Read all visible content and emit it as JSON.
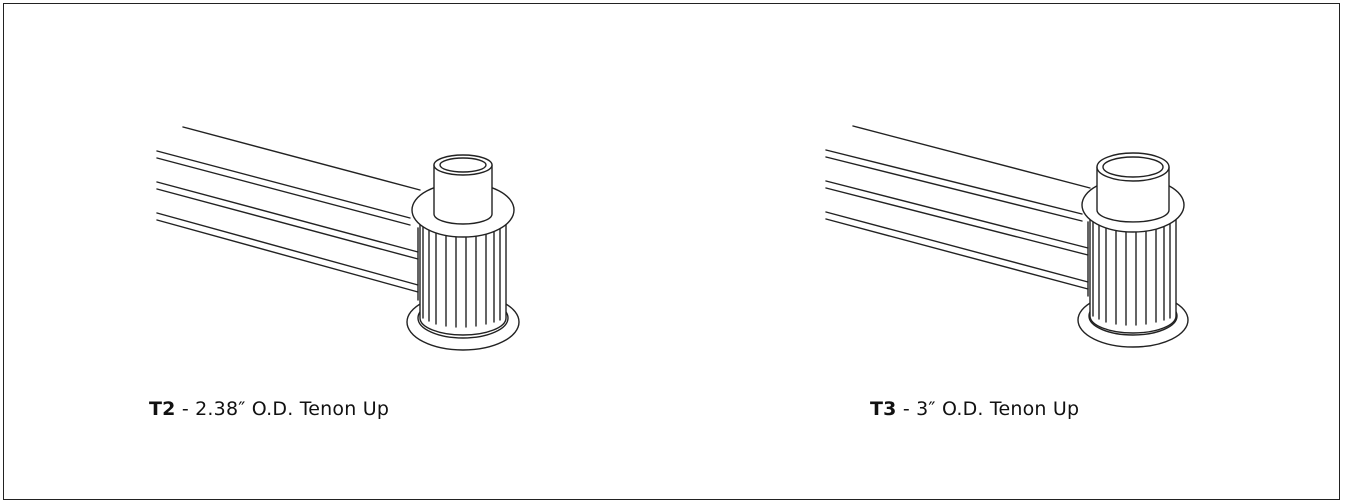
{
  "figures": [
    {
      "code": "T2",
      "separator": " - ",
      "description": "2.38″ O.D. Tenon Up"
    },
    {
      "code": "T3",
      "separator": " - ",
      "description": "3″ O.D. Tenon Up"
    }
  ],
  "colors": {
    "line": "#222222",
    "background": "#ffffff"
  }
}
